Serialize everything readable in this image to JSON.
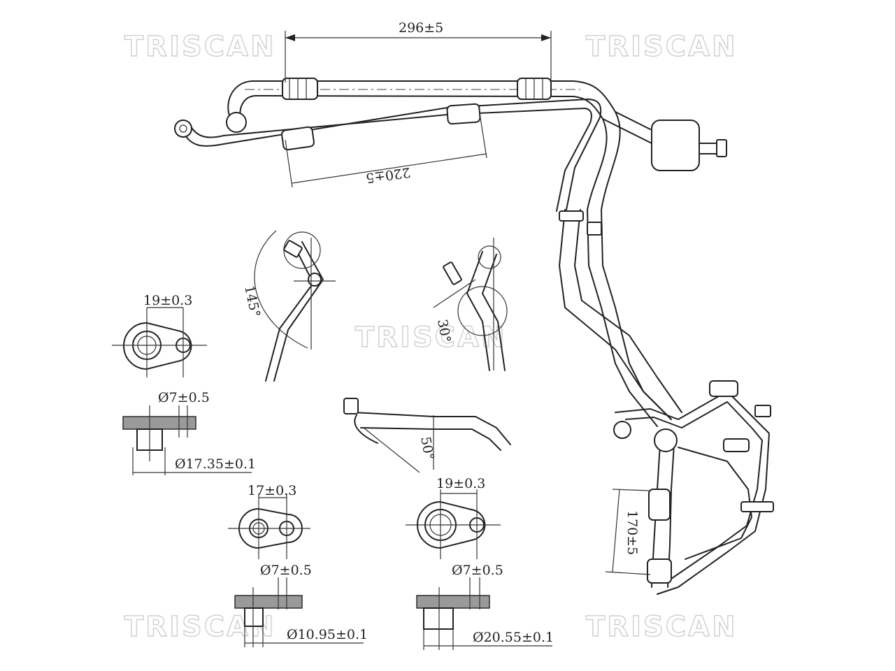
{
  "watermark": "TRISCAN",
  "dimensions": {
    "length_top": "296±5",
    "length_mid": "220±5",
    "length_right": "170±5",
    "angle_a": "145°",
    "angle_b": "30°",
    "angle_c": "50°",
    "flange1_width": "19±0.3",
    "flange1_hole": "Ø7±0.5",
    "flange1_bore": "Ø17.35±0.1",
    "flange2_width": "17±0.3",
    "flange2_hole": "Ø7±0.5",
    "flange2_bore": "Ø10.95±0.1",
    "flange3_width": "19±0.3",
    "flange3_hole": "Ø7±0.5",
    "flange3_bore": "Ø20.55±0.1"
  },
  "colors": {
    "line": "#222222",
    "watermark": "#cfcfcf",
    "hatch": "#9a9a9a"
  }
}
